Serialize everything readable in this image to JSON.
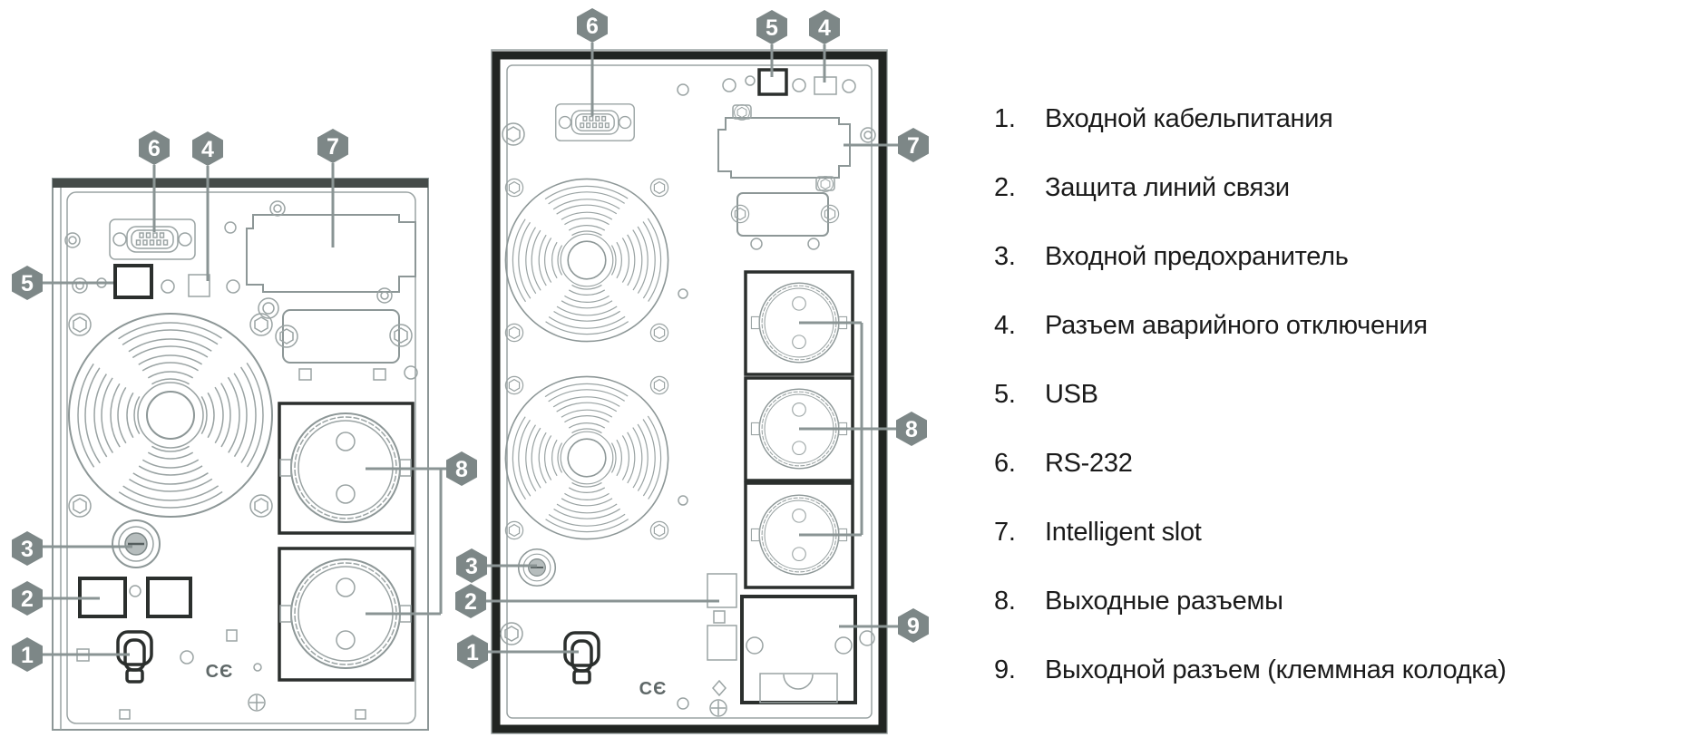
{
  "colors": {
    "background": "#ffffff",
    "line_art": "#8d9797",
    "heavy_line": "#2b2f2d",
    "callout_badge": "#7d8787",
    "callout_number": "#ffffff",
    "panel_top_bar": "#454b49",
    "panel_frame": "#212522",
    "legend_text": "#1a1a1a"
  },
  "left_panel": {
    "ce_mark": "CЄ",
    "callouts": {
      "c1": "1",
      "c2": "2",
      "c3": "3",
      "c4": "4",
      "c5": "5",
      "c6": "6",
      "c7": "7",
      "c8": "8"
    }
  },
  "middle_panel": {
    "ce_mark": "CЄ",
    "callouts": {
      "c1": "1",
      "c2": "2",
      "c3": "3",
      "c4": "4",
      "c5": "5",
      "c6": "6",
      "c7": "7",
      "c8": "8",
      "c9": "9"
    }
  },
  "legend": {
    "items": [
      {
        "num": "1.",
        "label": "Входной кабельпитания"
      },
      {
        "num": "2.",
        "label": "Защита линий связи"
      },
      {
        "num": "3.",
        "label": "Входной предохранитель"
      },
      {
        "num": "4.",
        "label": "Разъем аварийного отключения"
      },
      {
        "num": "5.",
        "label": "USB"
      },
      {
        "num": "6.",
        "label": "RS-232"
      },
      {
        "num": "7.",
        "label": "Intelligent slot"
      },
      {
        "num": "8.",
        "label": "Выходные разъемы"
      },
      {
        "num": "9.",
        "label": "Выходной разъем (клеммная колодка)"
      }
    ]
  }
}
